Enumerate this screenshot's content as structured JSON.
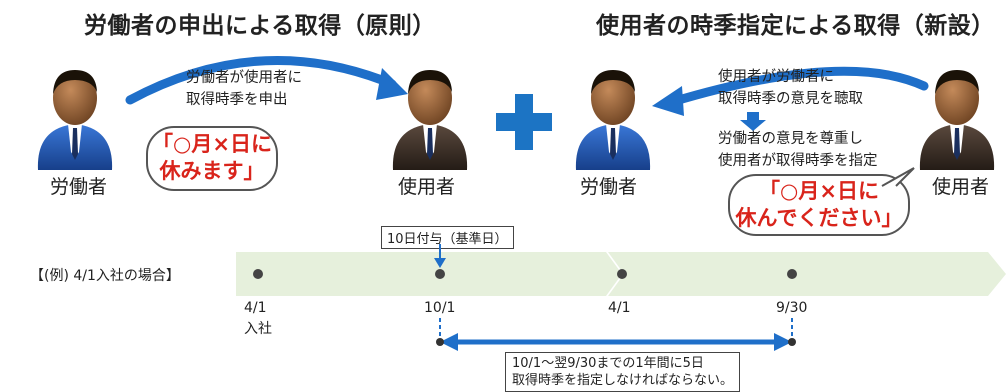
{
  "left": {
    "title": "労働者の申出による取得（原則）",
    "arrow_note": [
      "労働者が使用者に",
      "取得時季を申出"
    ],
    "worker_label": "労働者",
    "employer_label": "使用者",
    "bubble": [
      "「○月×日に",
      "休みます」"
    ]
  },
  "right": {
    "title": "使用者の時季指定による取得（新設）",
    "note_top": [
      "使用者が労働者に",
      "取得時季の意見を聴取"
    ],
    "note_bottom": [
      "労働者の意見を尊重し",
      "使用者が取得時季を指定"
    ],
    "worker_label": "労働者",
    "employer_label": "使用者",
    "bubble": [
      "「○月×日に",
      "休んでください」"
    ]
  },
  "timeline": {
    "example_label": "【(例) 4/1入社の場合】",
    "grant_label": "10日付与（基準日）",
    "points": [
      {
        "date": "4/1",
        "sub": "入社"
      },
      {
        "date": "10/1",
        "sub": ""
      },
      {
        "date": "4/1",
        "sub": ""
      },
      {
        "date": "9/30",
        "sub": ""
      }
    ],
    "range_note": [
      "10/1～翌9/30までの1年間に5日",
      "取得時季を指定しなければならない。"
    ]
  },
  "colors": {
    "arrow_blue": "#1f6fc9",
    "plus_blue": "#1c74c4",
    "bubble_red": "#d9241b",
    "band_green": "#e6f0dc",
    "suit_blue": "#1f55b5",
    "suit_dark": "#3a2f28"
  }
}
